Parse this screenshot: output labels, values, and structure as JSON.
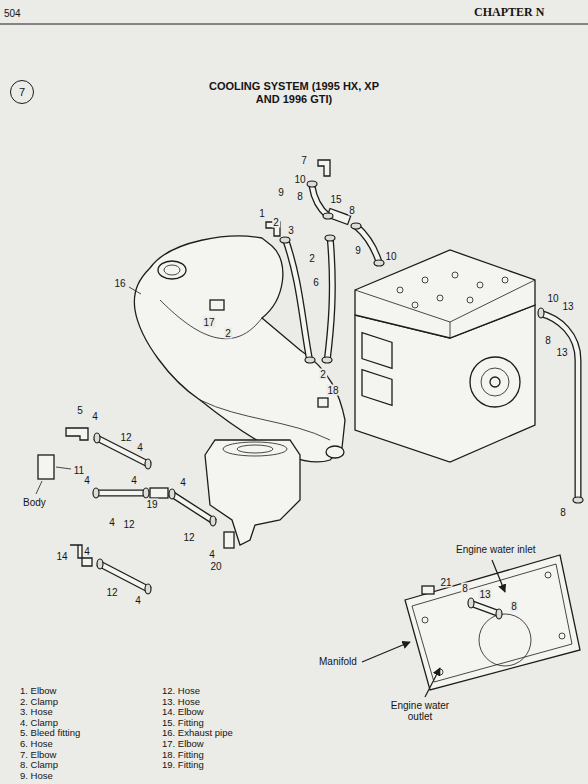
{
  "diagram": {
    "title": "COOLING SYSTEM (1995 HX, XP AND 1996 GTI)",
    "nodes": [
      {
        "text": [
          "7"
        ]
      }
    ],
    "labels": [
      "504",
      "CHAPTER N",
      "7",
      "10",
      "9",
      "8",
      "15",
      "8",
      "1",
      "2",
      "3",
      "9",
      "10",
      "2",
      "6",
      "16",
      "10",
      "13",
      "8",
      "13",
      "17",
      "2",
      "2",
      "18",
      "5",
      "4",
      "12",
      "4",
      "11",
      "Body",
      "4",
      "4",
      "19",
      "4",
      "12",
      "4",
      "12",
      "14",
      "4",
      "4",
      "20",
      "12",
      "4",
      "8",
      "21",
      "8",
      "13",
      "8",
      "Engine water inlet",
      "Manifold",
      "Engine water outlet",
      "1. Elbow",
      "2. Clamp",
      "3. Hose",
      "4. Clamp",
      "5. Bleed fitting",
      "6. Hose",
      "7. Elbow",
      "8. Clamp",
      "9. Hose",
      "12. Hose",
      "13. Hose",
      "14. Elbow",
      "15. Fitting",
      "16. Exhaust pipe",
      "17. Elbow",
      "18. Fitting",
      "19. Fitting"
    ]
  }
}
